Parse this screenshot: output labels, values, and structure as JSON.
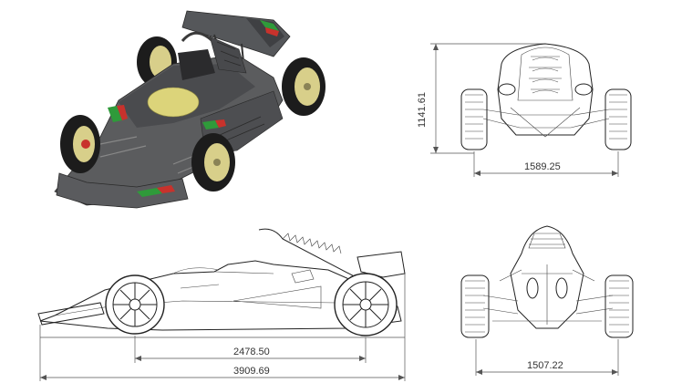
{
  "drawing": {
    "front_view": {
      "height_dim": "1141.61",
      "track_dim": "1589.25"
    },
    "side_view": {
      "wheelbase_dim": "2478.50",
      "length_dim": "3909.69"
    },
    "rear_view": {
      "track_dim": "1507.22"
    },
    "colors": {
      "body": "#5b5c5e",
      "body_dark": "#3c3d3f",
      "rim": "#d8cf8a",
      "tyre": "#1c1c1c",
      "stripe_green": "#2f9a3a",
      "stripe_red": "#c8322c",
      "cockpit": "#dcd47a",
      "line": "#222222"
    }
  }
}
